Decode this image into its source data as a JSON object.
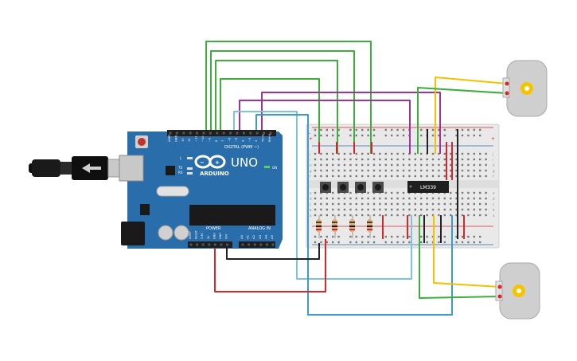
{
  "board": {
    "brand": "ARDUINO",
    "model": "UNO",
    "digital_header_label": "DIGITAL (PWM ~)",
    "power_header_label": "POWER",
    "analog_header_label": "ANALOG IN",
    "on_label": "ON",
    "led_labels": [
      "L",
      "TX",
      "RX"
    ],
    "digital_pins": [
      "AREF",
      "GND",
      "13",
      "12",
      "~11",
      "~10",
      "~9",
      "8",
      "7",
      "~6",
      "~5",
      "4",
      "~3",
      "2",
      "TX→1",
      "RX←0"
    ],
    "power_pins": [
      "IOREF",
      "RESET",
      "3.3V",
      "5V",
      "GND",
      "GND",
      "VIN"
    ],
    "analog_pins": [
      "A0",
      "A1",
      "A2",
      "A3",
      "A4",
      "A5"
    ]
  },
  "ic": {
    "label": "LM339"
  },
  "breadboard": {
    "row_labels": [
      "a",
      "b",
      "c",
      "d",
      "e",
      "f",
      "g",
      "h",
      "i",
      "j"
    ],
    "rail_plus": "+",
    "rail_minus": "-"
  },
  "colors": {
    "board_blue": "#2a6dab",
    "wire_green": "#3cae3c",
    "wire_purple": "#a0329b",
    "wire_cyan": "#3a9bcf",
    "wire_light_cyan": "#7cc6dc",
    "wire_red": "#d8262b",
    "wire_black": "#222222",
    "wire_yellow": "#f2c200",
    "breadboard": "#e9e9e9"
  }
}
